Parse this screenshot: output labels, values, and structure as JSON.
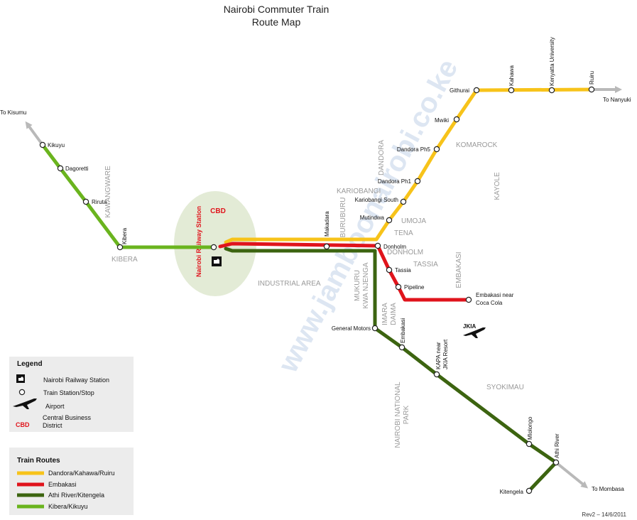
{
  "title": {
    "line1": "Nairobi Commuter Train",
    "line2": "Route Map"
  },
  "watermark": "www.jamboonairobi.co.ke",
  "cbd": {
    "label": "CBD",
    "station_label": "Nairobi Railway Station"
  },
  "colors": {
    "yellow": "#f7c31a",
    "red": "#e0141c",
    "dark_green": "#3c6410",
    "light_green": "#6ab41e",
    "arrow_gray": "#b9b9b9",
    "cbd_fill": "#e3ebd6",
    "legend_bg": "#ececec",
    "area_text": "#9a9a9a"
  },
  "stations": {
    "kikuyu": "Kikuyu",
    "dagoretti": "Dagoretti",
    "riruta": "Riruta",
    "kibera": "Kibera",
    "makadara": "Makadara",
    "donholm": "Donholm",
    "mutindwa": "Mutindwa",
    "kariobangi_south": "Kariobangi South",
    "dandora_ph1": "Dandora Ph1",
    "dandora_ph5": "Dandora Ph5",
    "mwiki": "Mwiki",
    "githurai": "Githurai",
    "kahawa": "Kahawa",
    "kenyatta_university": "Kenyatta University",
    "ruiru": "Ruiru",
    "tassia": "Tassia",
    "pipeline": "Pipeline",
    "embakasi_cc_1": "Embakasi near",
    "embakasi_cc_2": "Coca Cola",
    "general_motors": "General Motors",
    "embakasi": "Embakasi",
    "kapa_1": "KAPA near",
    "kapa_2": "JKIA Resort",
    "mlolongo": "Mlolongo",
    "athi_river": "Athi River",
    "kitengela": "Kitengela"
  },
  "areas": {
    "kawangware": "KAWANGWARE",
    "kibera": "KIBERA",
    "industrial_area": "INDUSTRIAL AREA",
    "buruburu": "BURUBURU",
    "kariobangi": "KARIOBANGI",
    "dandora": "DANDORA",
    "komarock": "KOMAROCK",
    "kayole": "KAYOLE",
    "umoja": "UMOJA",
    "tena": "TENA",
    "donholm": "DONHOLM",
    "tassia": "TASSIA",
    "embakasi": "EMBAKASI",
    "mukuru_1": "MUKURU",
    "mukuru_2": "KWA NJENGA",
    "imara_1": "IMARA",
    "imara_2": "DAIMA",
    "park_1": "NAIROBI NATIONAL",
    "park_2": "PARK",
    "syokimau": "SYOKIMAU"
  },
  "destinations": {
    "kisumu": "To Kisumu",
    "nanyuki": "To Nanyuki",
    "mombasa": "To Mombasa"
  },
  "airport_label": "JKIA",
  "legend": {
    "title": "Legend",
    "railway_station": "Nairobi Railway Station",
    "train_stop": "Train Station/Stop",
    "airport": "Airport",
    "cbd_abbr": "CBD",
    "cbd_line1": "Central Business",
    "cbd_line2": "District"
  },
  "routes_legend": {
    "title": "Train Routes",
    "items": [
      {
        "label": "Dandora/Kahawa/Ruiru",
        "color": "#f7c31a"
      },
      {
        "label": "Embakasi",
        "color": "#e0141c"
      },
      {
        "label": "Athi River/Kitengela",
        "color": "#3c6410"
      },
      {
        "label": "Kibera/Kikuyu",
        "color": "#6ab41e"
      }
    ]
  },
  "revision": "Rev2 – 14/6/2011"
}
